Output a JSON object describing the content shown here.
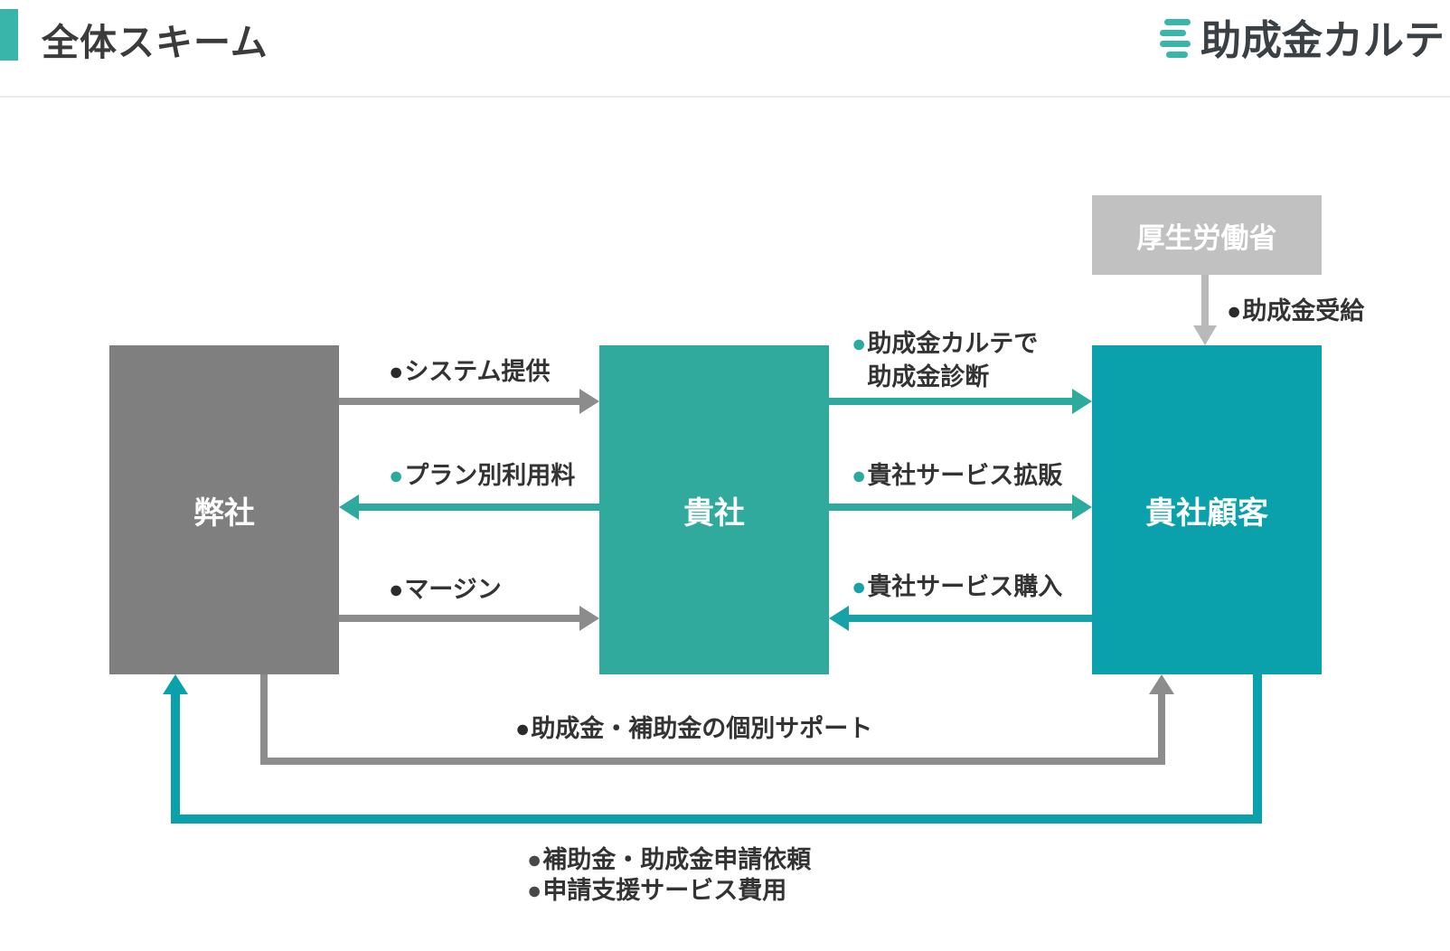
{
  "header": {
    "title": "全体スキーム",
    "logo_text": "助成金カルテ"
  },
  "nodes": {
    "ministry": "厚生労働省",
    "our_company": "弊社",
    "partner": "貴社",
    "partner_customers": "貴社顧客"
  },
  "flows": {
    "system_provision": {
      "bullet": "●",
      "text": "システム提供",
      "from": "弊社",
      "to": "貴社"
    },
    "plan_fee": {
      "bullet": "●",
      "text": "プラン別利用料",
      "from": "貴社",
      "to": "弊社"
    },
    "margin": {
      "bullet": "●",
      "text": "マージン",
      "from": "弊社",
      "to": "貴社"
    },
    "diagnosis": {
      "bullet": "●",
      "text_line1": "助成金カルテで",
      "text_line2": "助成金診断",
      "from": "貴社",
      "to": "貴社顧客"
    },
    "service_expansion": {
      "bullet": "●",
      "text": "貴社サービス拡販",
      "from": "貴社",
      "to": "貴社顧客"
    },
    "service_purchase": {
      "bullet": "●",
      "text": "貴社サービス購入",
      "from": "貴社顧客",
      "to": "貴社"
    },
    "subsidy_receipt": {
      "bullet": "●",
      "text": "助成金受給",
      "from": "厚生労働省",
      "to": "貴社顧客"
    },
    "individual_support": {
      "bullet": "●",
      "text": "助成金・補助金の個別サポート",
      "from": "弊社",
      "to": "貴社顧客"
    },
    "application_request": {
      "bullet": "●",
      "text": "補助金・助成金申請依頼",
      "from": "貴社顧客",
      "to": "弊社"
    },
    "application_fee": {
      "bullet": "●",
      "text": "申請支援サービス費用",
      "from": "貴社顧客",
      "to": "弊社"
    }
  },
  "palette": {
    "accent_teal": "#3ab5a9",
    "partner_teal": "#2faa9c",
    "customers_cyan": "#0aa1ac",
    "our_gray": "#7f7f7f",
    "ministry_gray": "#c1c1c1",
    "arrow_gray": "#8c8c8c",
    "arrow_light_gray": "#b9b9b9",
    "arrow_teal": "#2caa9d",
    "arrow_teal_dark": "#16a3a7",
    "label_text": "#333333"
  }
}
